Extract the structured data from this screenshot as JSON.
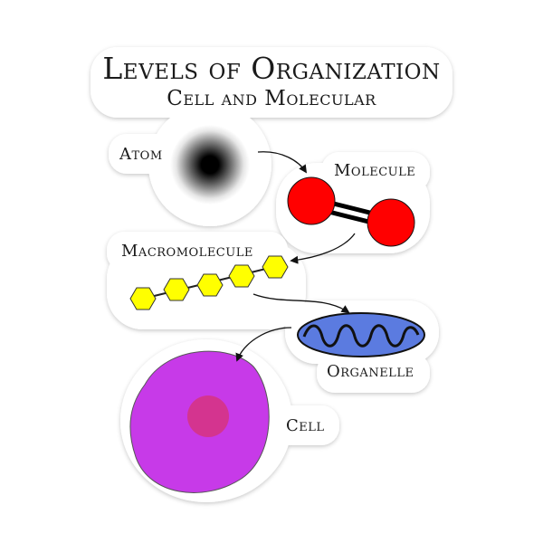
{
  "diagram": {
    "title": "Levels of Organization",
    "subtitle": "Cell and Molecular",
    "labels": {
      "atom": "Atom",
      "molecule": "Molecule",
      "macromolecule": "Macromolecule",
      "organelle": "Organelle",
      "cell": "Cell"
    },
    "colors": {
      "atom_core": "#000000",
      "molecule_atom": "#ff0000",
      "macromolecule_ring": "#ffff00",
      "organelle_outer": "#5b7be0",
      "organelle_inner": "#2f3fae",
      "cell_body": "#c73ae8",
      "cell_nucleus": "#d4348f",
      "sticker_outline": "#ffffff"
    }
  }
}
